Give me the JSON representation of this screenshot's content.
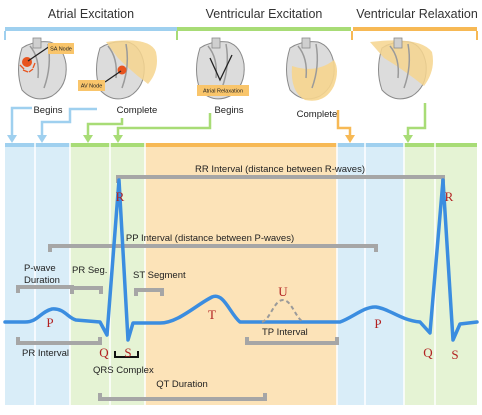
{
  "phases": {
    "atrial_excitation": "Atrial Excitation",
    "ventricular_excitation": "Ventricular Excitation",
    "ventricular_relaxation": "Ventricular Relaxation"
  },
  "hearts": {
    "sa_node": "SA Node",
    "av_node": "AV Node",
    "atrial_relaxation": "Atrial Relaxation",
    "begins_1": "Begins",
    "complete_1": "Complete",
    "begins_2": "Begins",
    "complete_2": "Complete"
  },
  "waves": {
    "p1": "P",
    "q1": "Q",
    "r1": "R",
    "s1": "S",
    "t": "T",
    "u": "U",
    "p2": "P",
    "q2": "Q",
    "r2": "R",
    "s2": "S"
  },
  "intervals": {
    "rr": "RR Interval (distance between R-waves)",
    "pp": "PP Interval (distance between P-waves)",
    "p_wave_duration_1": "P-wave",
    "p_wave_duration_2": "Duration",
    "pr_segment": "PR Seg.",
    "st_segment": "ST Segment",
    "pr_interval": "PR Interval",
    "tp_interval": "TP Interval",
    "qrs_complex": "QRS Complex",
    "qt_duration": "QT Duration"
  },
  "colors": {
    "atrial": "#a8d3f0",
    "ventricular_excitation": "#b5e08a",
    "ventricular_relaxation": "#f9c56b",
    "ecg_trace": "#3b8de0",
    "wave_label": "#b22222",
    "interval_bar": "#a6a6a6"
  }
}
